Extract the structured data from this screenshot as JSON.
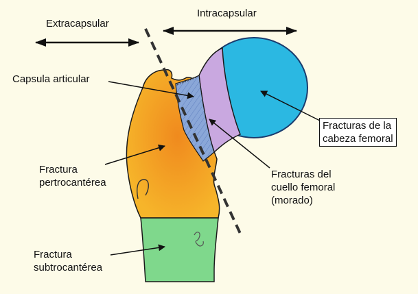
{
  "labels": {
    "extracapsular": "Extracapsular",
    "intracapsular": "Intracapsular",
    "capsula": "Capsula articular",
    "cabeza": [
      "Fracturas de la",
      "cabeza femoral"
    ],
    "cuello": [
      "Fracturas del",
      "cuello femoral",
      "(morado)"
    ],
    "pertrocanterea": [
      "Fractura",
      "pertrocantérea"
    ],
    "subtrocanterea": [
      "Fractura",
      "subtrocantérea"
    ]
  },
  "colors": {
    "background": "#fdfbe8",
    "shaft_upper": "#f5b425",
    "shaft_lower": "#7fd88c",
    "femoral_head": "#2bb8e2",
    "femoral_neck_purple": "#c9a8e0",
    "capsule": "#8aa7d8"
  }
}
